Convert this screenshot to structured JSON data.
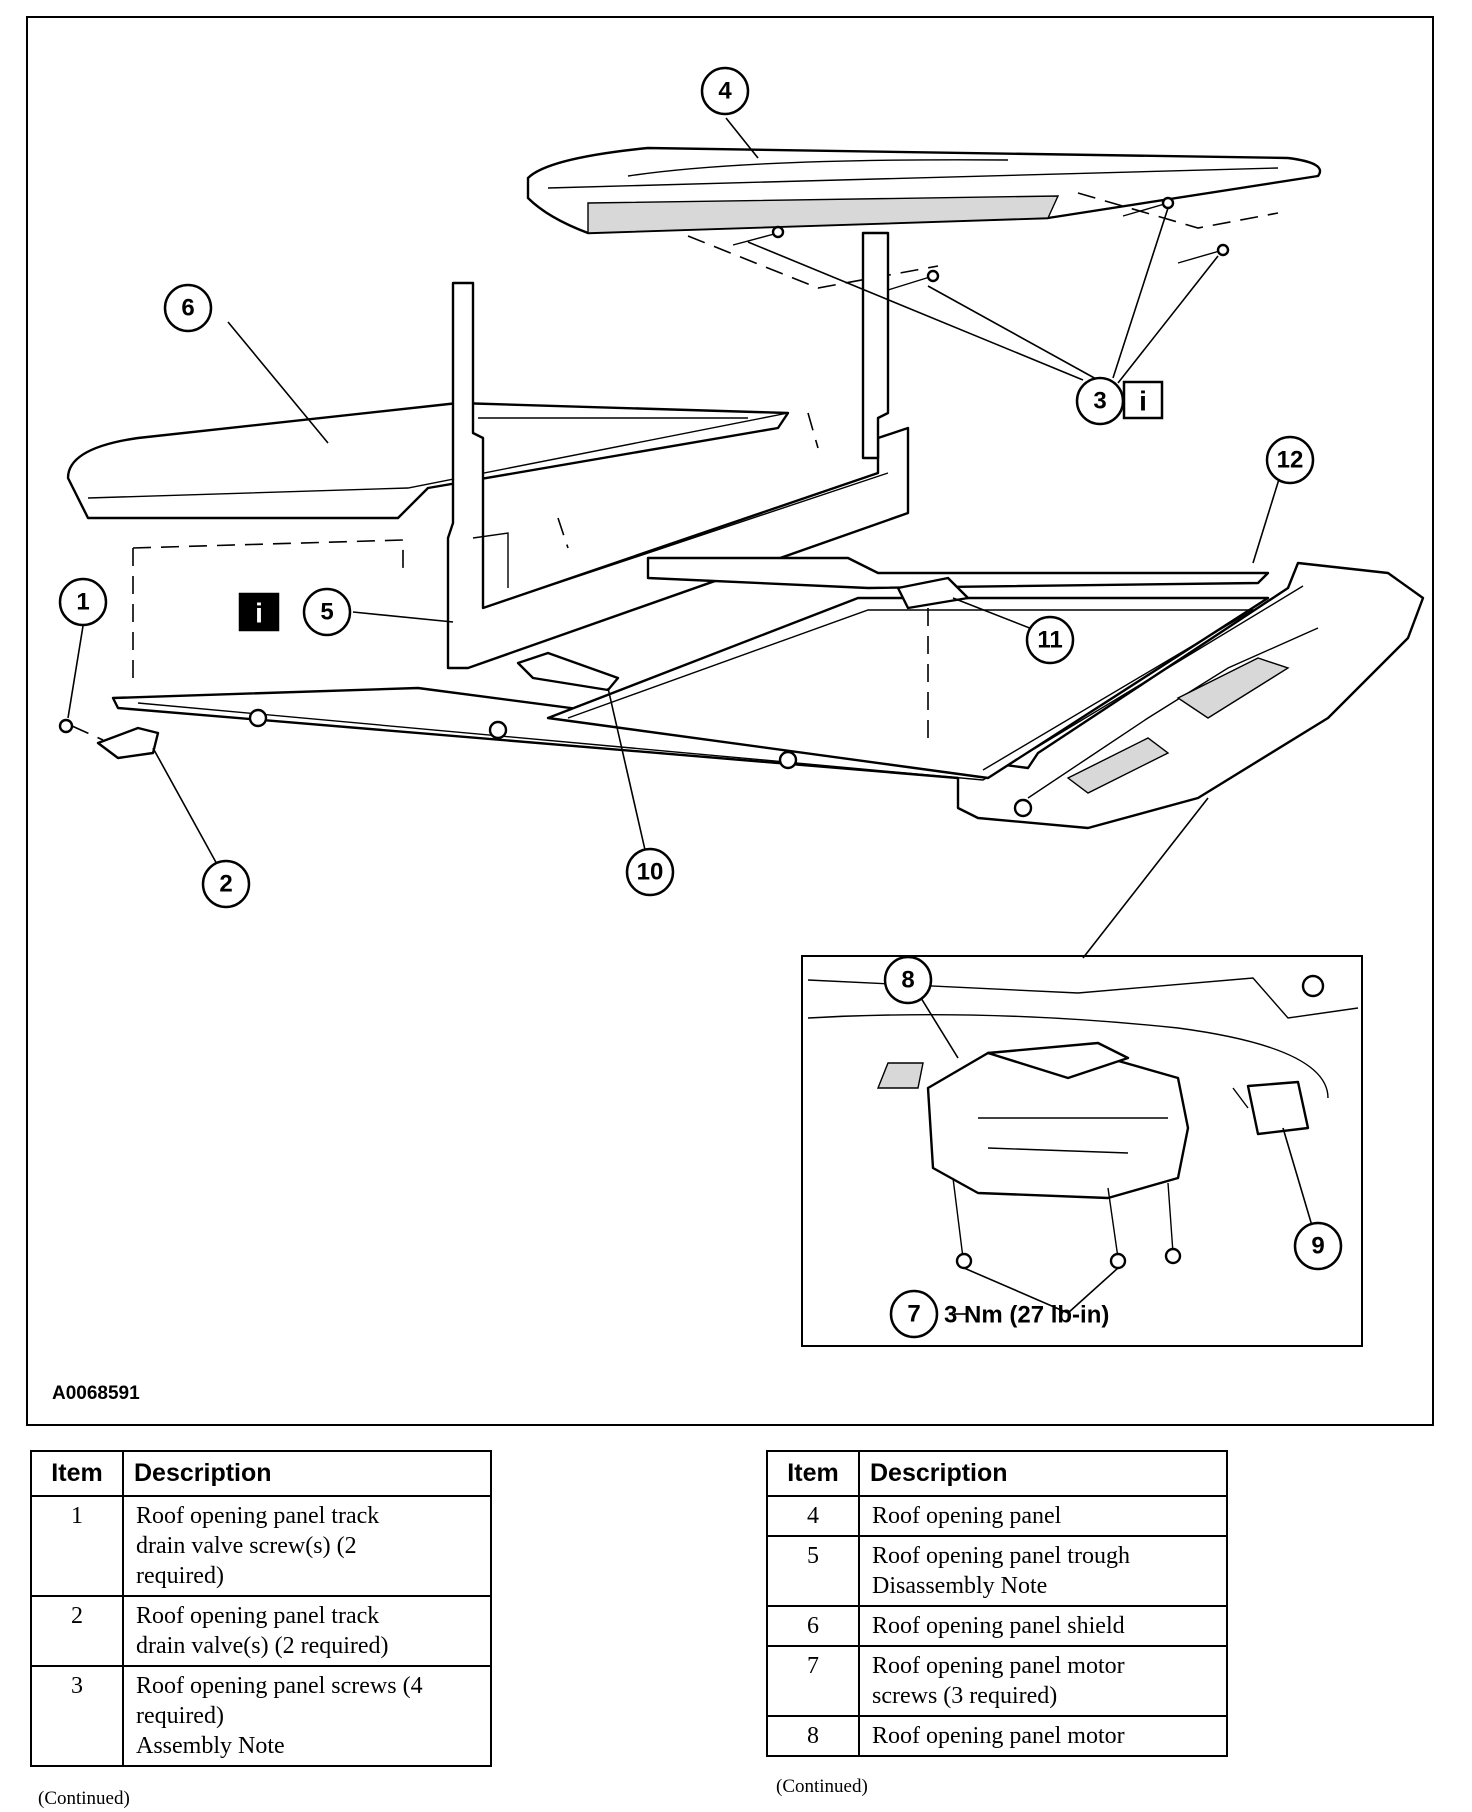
{
  "figure": {
    "id": "A0068591",
    "torque_label": "3 Nm (27 lb-in)",
    "info_icon": "info-icon",
    "callouts": [
      "1",
      "2",
      "3",
      "4",
      "5",
      "6",
      "7",
      "8",
      "9",
      "10",
      "11",
      "12"
    ]
  },
  "tables": {
    "left": {
      "headers": [
        "Item",
        "Description"
      ],
      "rows": [
        {
          "item": "1",
          "description": "Roof opening panel track\ndrain valve screw(s) (2\nrequired)"
        },
        {
          "item": "2",
          "description": "Roof opening panel track\ndrain valve(s) (2 required)"
        },
        {
          "item": "3",
          "description": "Roof opening panel screws (4\nrequired)\nAssembly Note"
        }
      ],
      "continued": "(Continued)"
    },
    "right": {
      "headers": [
        "Item",
        "Description"
      ],
      "rows": [
        {
          "item": "4",
          "description": "Roof opening panel"
        },
        {
          "item": "5",
          "description": "Roof opening panel trough\nDisassembly Note"
        },
        {
          "item": "6",
          "description": "Roof opening panel shield"
        },
        {
          "item": "7",
          "description": "Roof opening panel motor\nscrews (3 required)"
        },
        {
          "item": "8",
          "description": "Roof opening panel motor"
        }
      ],
      "continued": "(Continued)"
    }
  }
}
